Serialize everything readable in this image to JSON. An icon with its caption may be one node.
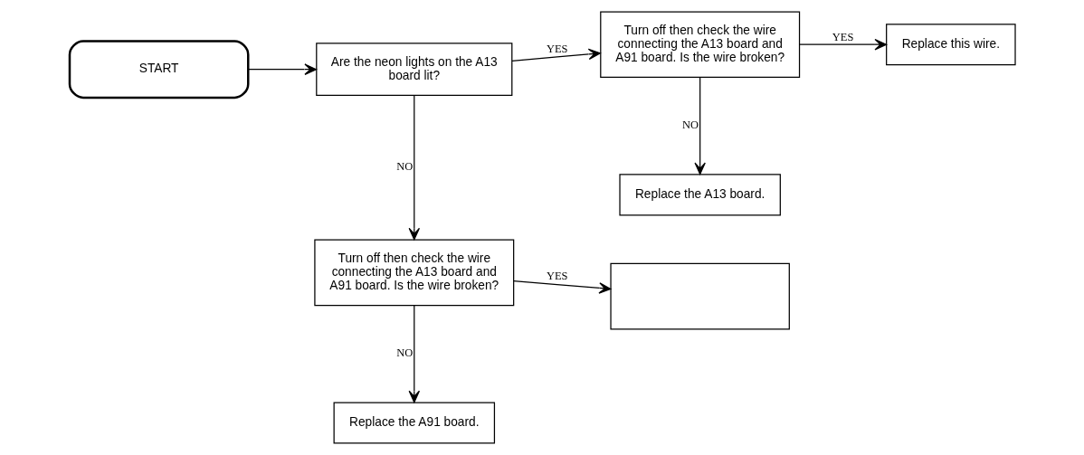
{
  "diagram": {
    "nodes": [
      {
        "text": [
          "START"
        ]
      },
      {
        "text": [
          "Are the neon lights on the A13 board lit?"
        ]
      },
      {
        "text": [
          "Turn off then check the wire connecting the A13 board and A91 board. Is the wire broken?"
        ]
      },
      {
        "text": [
          "Replace this wire."
        ]
      },
      {
        "text": [
          "Replace the A13 board."
        ]
      },
      {
        "text": [
          "Turn off then check the wire connecting the A13 board and A91 board. Is the wire broken?"
        ]
      },
      {
        "text": [],
        "shape": "box"
      },
      {
        "text": [
          "Replace the A91 board."
        ]
      }
    ],
    "edges": [
      {
        "from": 0,
        "to": 1,
        "arrow": "to"
      },
      {
        "from": 1,
        "to": 2,
        "arrow": "to",
        "label": "YES"
      },
      {
        "from": 2,
        "to": 3,
        "arrow": "to",
        "label": "YES"
      },
      {
        "from": 2,
        "to": 4,
        "arrow": "to",
        "label": "NO"
      },
      {
        "from": 1,
        "to": 5,
        "arrow": "to",
        "label": "NO"
      },
      {
        "from": 5,
        "to": 6,
        "arrow": "to",
        "label": "YES"
      },
      {
        "from": 5,
        "to": 7,
        "arrow": "to",
        "label": "NO"
      }
    ]
  }
}
